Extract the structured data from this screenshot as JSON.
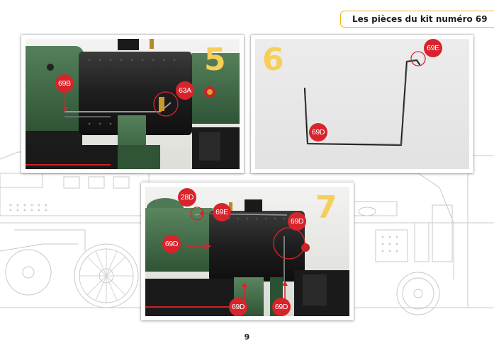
{
  "header": {
    "title": "Les pièces du kit numéro 69"
  },
  "steps": [
    {
      "number": "5",
      "labels": {
        "a": "69B",
        "b": "63A"
      }
    },
    {
      "number": "6",
      "labels": {
        "a": "69E",
        "b": "69D"
      }
    },
    {
      "number": "7",
      "labels": {
        "a": "28D",
        "b": "69E",
        "c": "69D",
        "d": "69D",
        "e": "69D",
        "f": "69D"
      }
    }
  ],
  "footer": {
    "page_number": "9"
  },
  "colors": {
    "accent": "#f2b51a",
    "badge": "#d7242b",
    "step_number": "#f6cf58",
    "locomotive_green": "#3f6b45"
  }
}
